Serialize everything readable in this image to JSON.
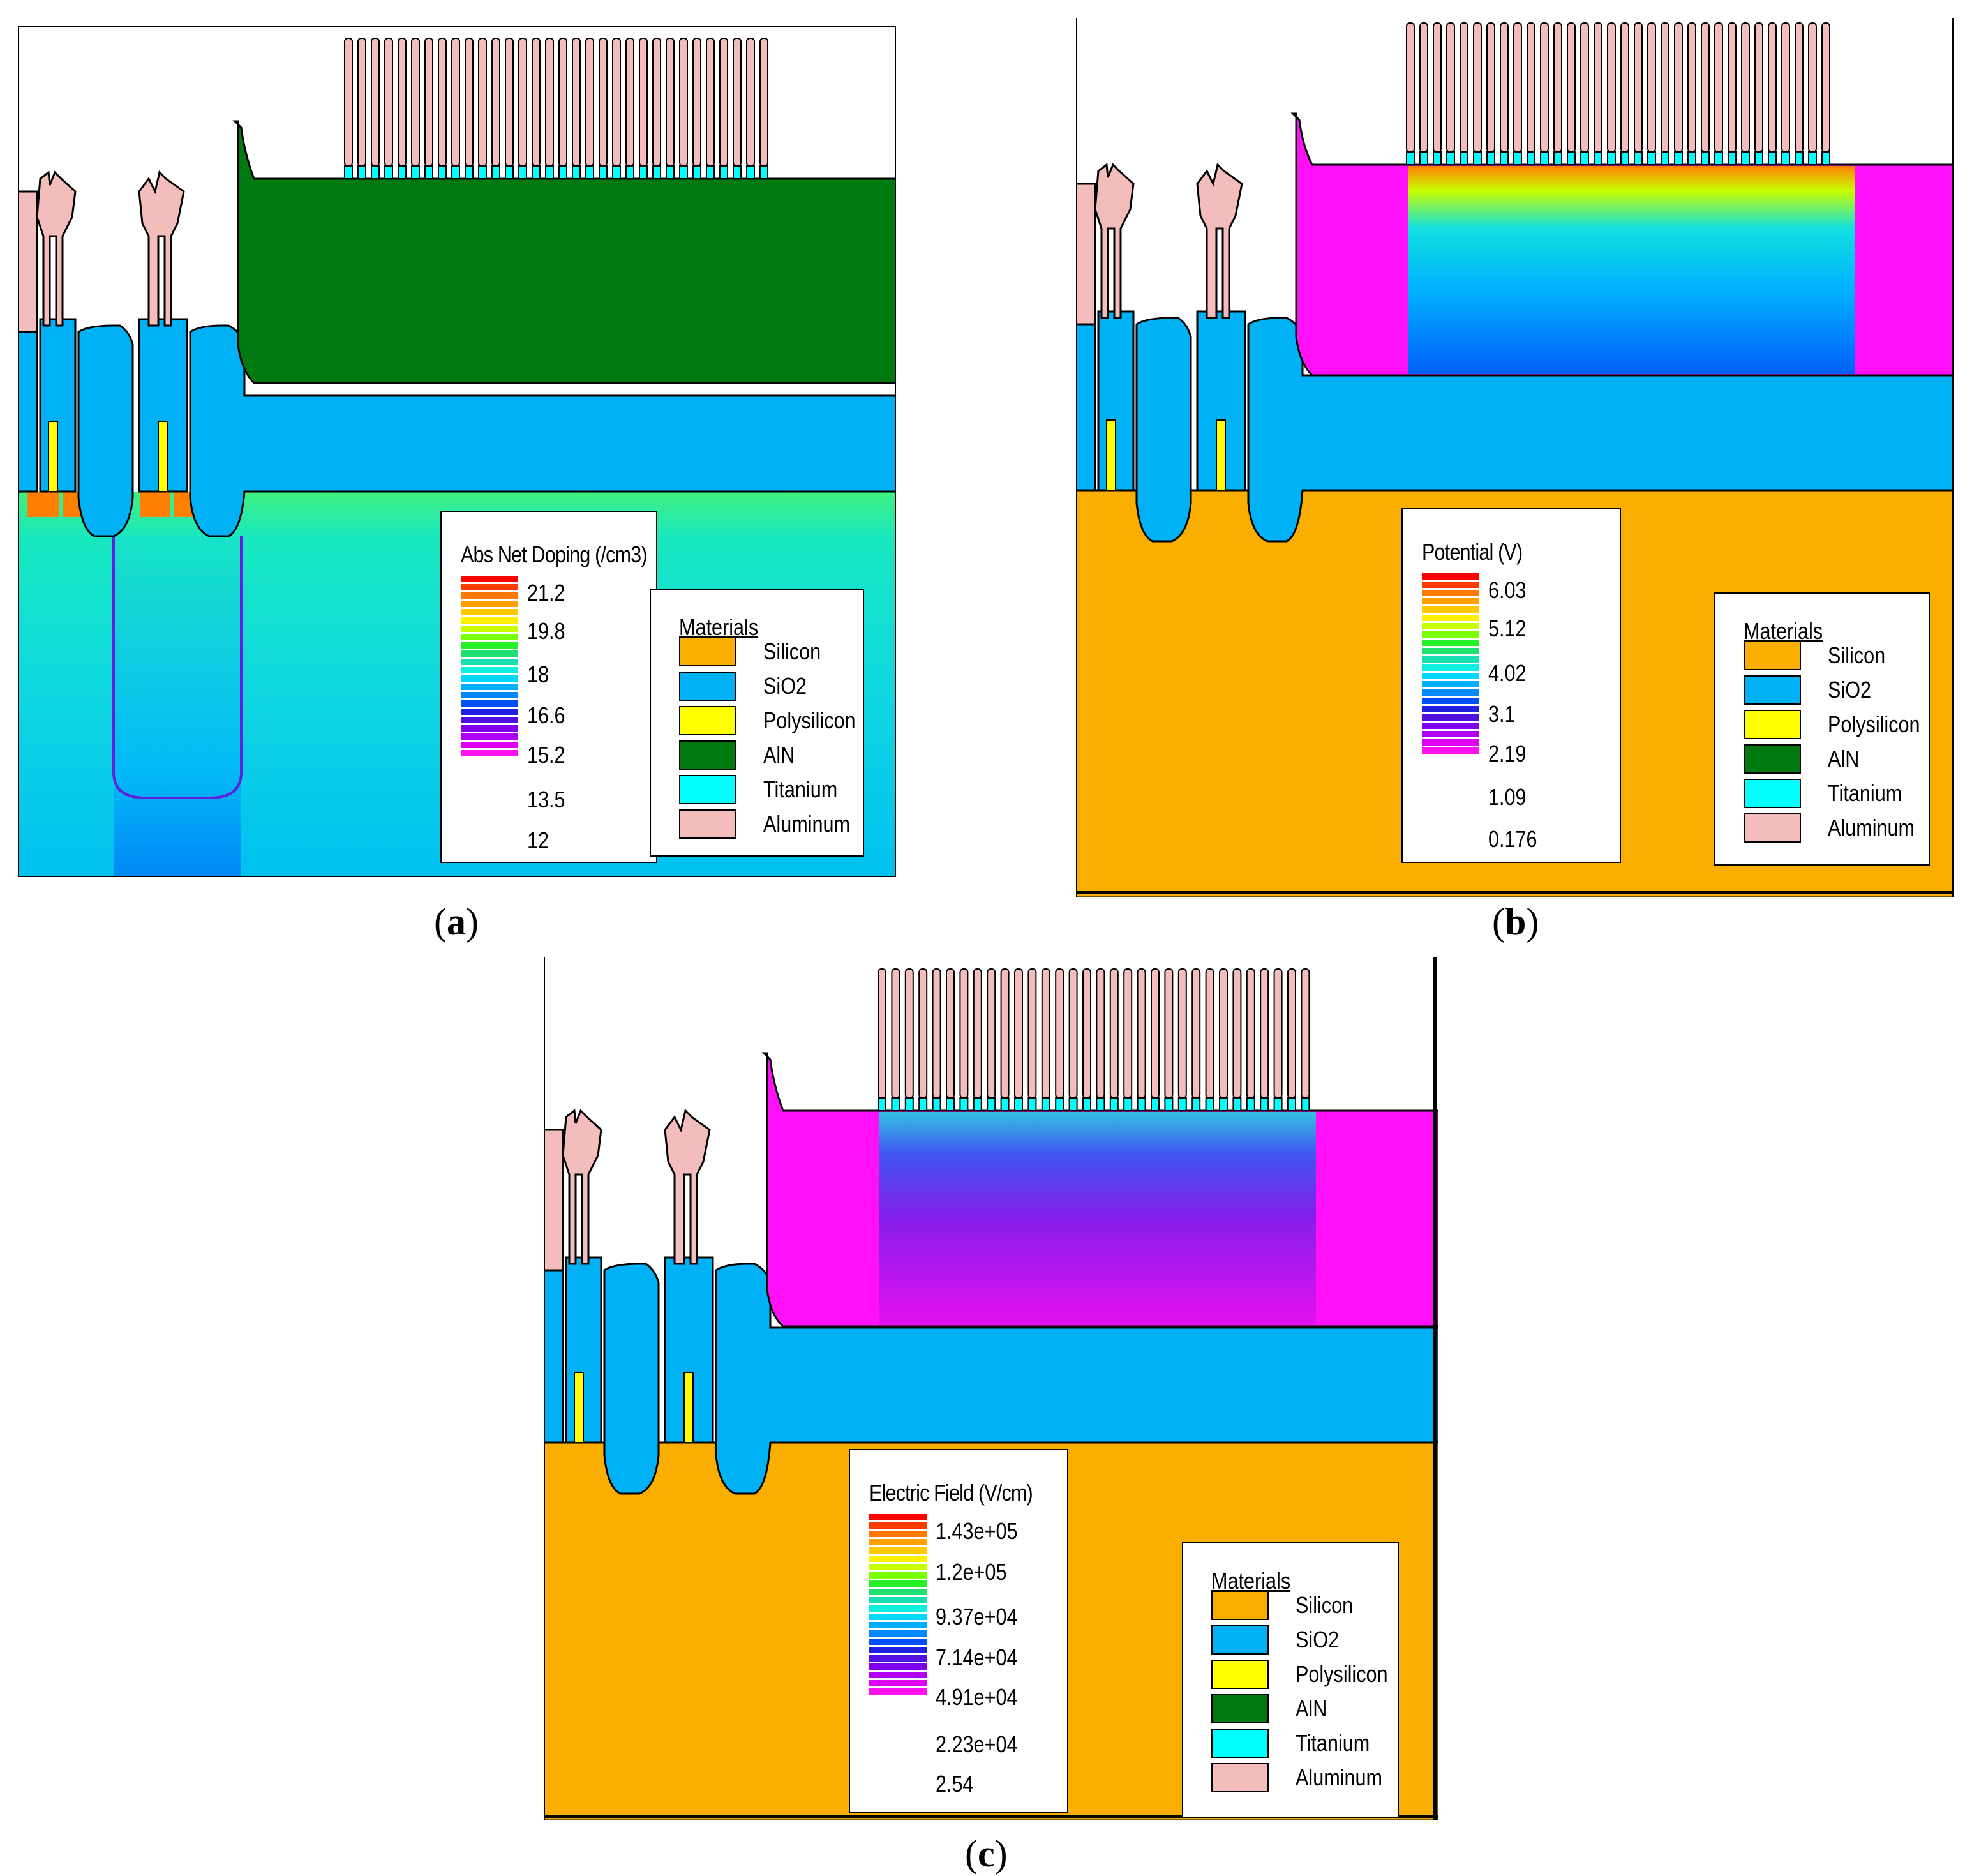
{
  "colors": {
    "silicon": "#F9AE00",
    "sio2": "#00B2F5",
    "polysilicon": "#FFFF00",
    "aln": "#007A10",
    "titanium": "#00FFFF",
    "aluminum": "#F3BDBC",
    "doping_bg": "#16E4C6",
    "field_bg": "#FF10F7"
  },
  "materials_title": "Materials",
  "materials": [
    {
      "label": "Silicon",
      "color": "#F9AE00"
    },
    {
      "label": "SiO2",
      "color": "#00B2F5"
    },
    {
      "label": "Polysilicon",
      "color": "#FFFF00"
    },
    {
      "label": "AlN",
      "color": "#007A10"
    },
    {
      "label": "Titanium",
      "color": "#00FFFF"
    },
    {
      "label": "Aluminum",
      "color": "#F3BDBC"
    }
  ],
  "panels": {
    "a": {
      "caption_label": "a",
      "legend_title": "Abs Net Doping (/cm3)",
      "ticks": [
        "21.2",
        "19.8",
        "18",
        "16.6",
        "15.2",
        "13.5",
        "12"
      ]
    },
    "b": {
      "caption_label": "b",
      "legend_title": "Potential (V)",
      "ticks": [
        "6.03",
        "5.12",
        "4.02",
        "3.1",
        "2.19",
        "1.09",
        "0.176"
      ]
    },
    "c": {
      "caption_label": "c",
      "legend_title": "Electric Field (V/cm)",
      "ticks": [
        "1.43e+05",
        "1.2e+05",
        "9.37e+04",
        "7.14e+04",
        "4.91e+04",
        "2.23e+04",
        "2.54"
      ]
    }
  },
  "colorscale": [
    "#FF0000",
    "#FF3C00",
    "#FF7800",
    "#FFA000",
    "#FFC800",
    "#FFF000",
    "#C8FF00",
    "#78FF00",
    "#28F028",
    "#20E070",
    "#18E0B0",
    "#10F0E0",
    "#00D8FF",
    "#00B0FF",
    "#0088FF",
    "#0050F8",
    "#2020E0",
    "#5010E0",
    "#8000F0",
    "#B000F8",
    "#E000F8",
    "#FF10F0"
  ]
}
